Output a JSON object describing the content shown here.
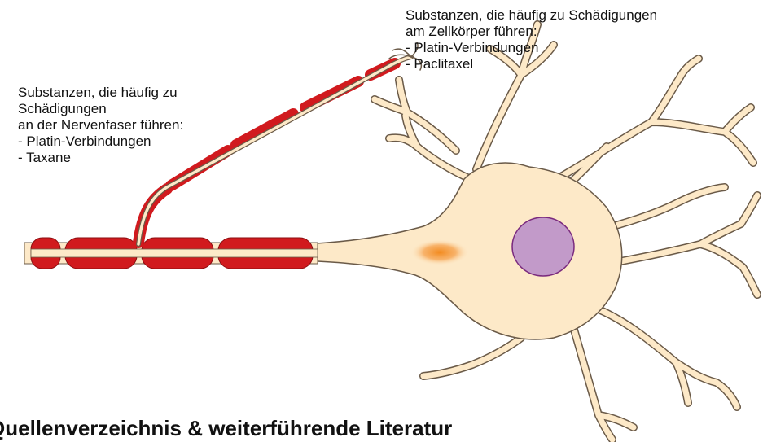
{
  "colors": {
    "cytoplasm": "#fde9c8",
    "cytoplasm_outline": "#6a5a48",
    "myelin": "#d11a1e",
    "myelin_outline": "#8c0d10",
    "nucleus": "#c29ac9",
    "nucleus_outline": "#7a2a7e",
    "axon_hillock_damage": "#f28a1e"
  },
  "labels": {
    "cell_body": {
      "line1": "Substanzen, die häufig zu Schädigungen",
      "line2": "am Zellkörper führen:",
      "item1": "- Platin-Verbindungen",
      "item2": "- Paclitaxel"
    },
    "nerve_fiber": {
      "line1": "Substanzen, die häufig zu",
      "line2": "Schädigungen",
      "line3": "an der Nervenfaser führen:",
      "item1": "- Platin-Verbindungen",
      "item2": "- Taxane"
    }
  },
  "heading": "Quellenverzeichnis & weiterführende Literatur"
}
